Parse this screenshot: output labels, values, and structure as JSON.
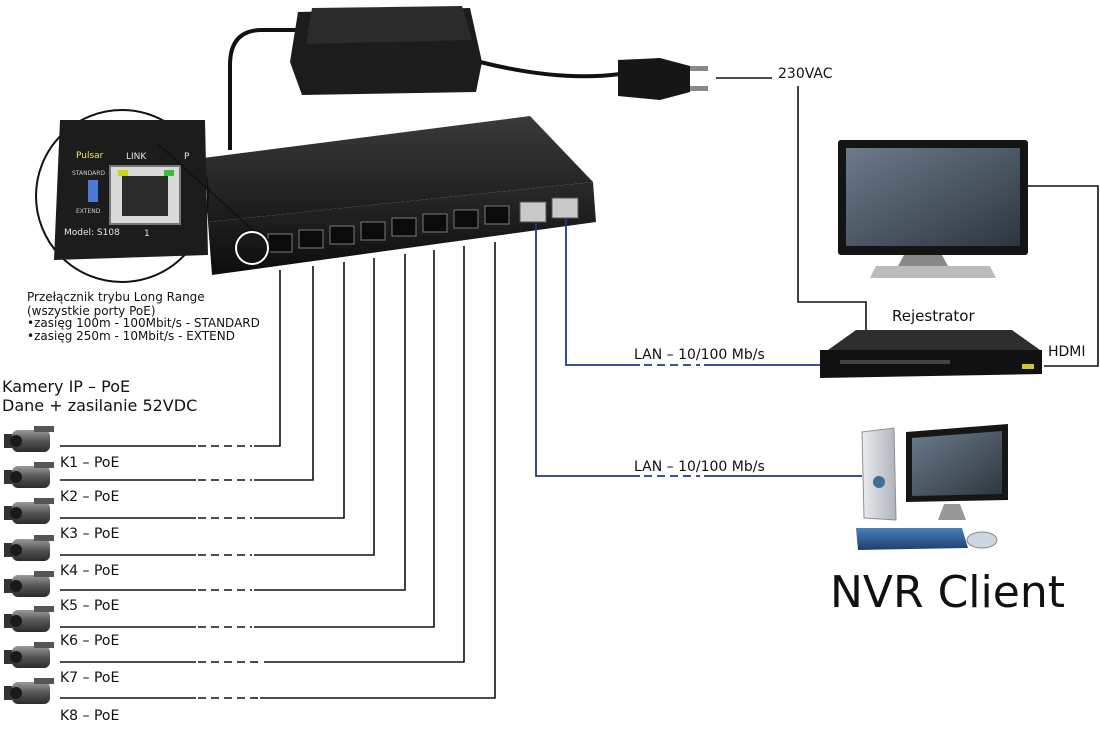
{
  "power": {
    "voltage_label": "230VAC"
  },
  "switch_inset": {
    "brand": "Pulsar",
    "link_label": "LINK",
    "port_label": "P",
    "mode_standard": "STANDARD",
    "mode_extend": "EXTEND",
    "model": "Model: S108",
    "port_number": "1"
  },
  "long_range_note": {
    "line1": "Przełącznik trybu Long Range",
    "line2": "(wszystkie porty PoE)",
    "line3": "•zasięg 100m - 100Mbit/s - STANDARD",
    "line4": "•zasięg 250m - 10Mbit/s - EXTEND"
  },
  "cameras_header": {
    "line1": "Kamery IP – PoE",
    "line2": "Dane + zasilanie 52VDC"
  },
  "cameras": [
    {
      "label": "K1 – PoE"
    },
    {
      "label": "K2 – PoE"
    },
    {
      "label": "K3 – PoE"
    },
    {
      "label": "K4 – PoE"
    },
    {
      "label": "K5 – PoE"
    },
    {
      "label": "K6 – PoE"
    },
    {
      "label": "K7 – PoE"
    },
    {
      "label": "K8 – PoE"
    }
  ],
  "recorder": {
    "label": "Rejestrator",
    "hdmi_label": "HDMI"
  },
  "lan_links": [
    {
      "label": "LAN – 10/100 Mb/s"
    },
    {
      "label": "LAN – 10/100 Mb/s"
    }
  ],
  "client": {
    "label": "NVR Client"
  },
  "colors": {
    "lan_line": "#1e3a8a",
    "device_dark": "#1f1f1f",
    "line": "#111111"
  }
}
